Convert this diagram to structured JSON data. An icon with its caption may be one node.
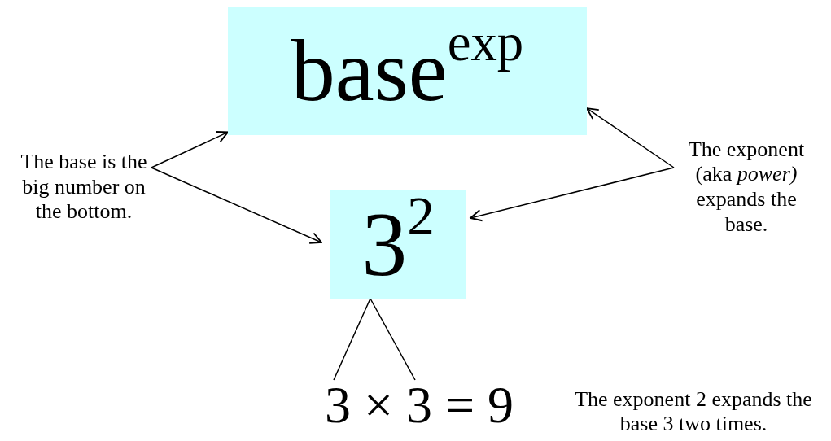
{
  "diagram": {
    "nodes": [
      {
        "text": [
          "base$^{exp}$"
        ]
      },
      {
        "text": [
          "3$^{2}$"
        ]
      },
      {
        "text": [
          "The base is the big number on the bottom."
        ]
      },
      {
        "text": [
          "The exponent (aka *power)* expands the base."
        ]
      },
      {
        "text": [
          "3 × 3 = 9"
        ]
      }
    ],
    "edges": [
      {
        "from": 2,
        "to": 0,
        "arrow": "to"
      },
      {
        "from": 2,
        "to": 1,
        "arrow": "to"
      },
      {
        "from": 3,
        "to": 0,
        "arrow": "to"
      },
      {
        "from": 3,
        "to": 1,
        "arrow": "to"
      },
      {
        "from": 1,
        "to": 4,
        "arrow": "none"
      }
    ],
    "labels": [
      "The exponent 2 expands the base 3 two times."
    ]
  }
}
